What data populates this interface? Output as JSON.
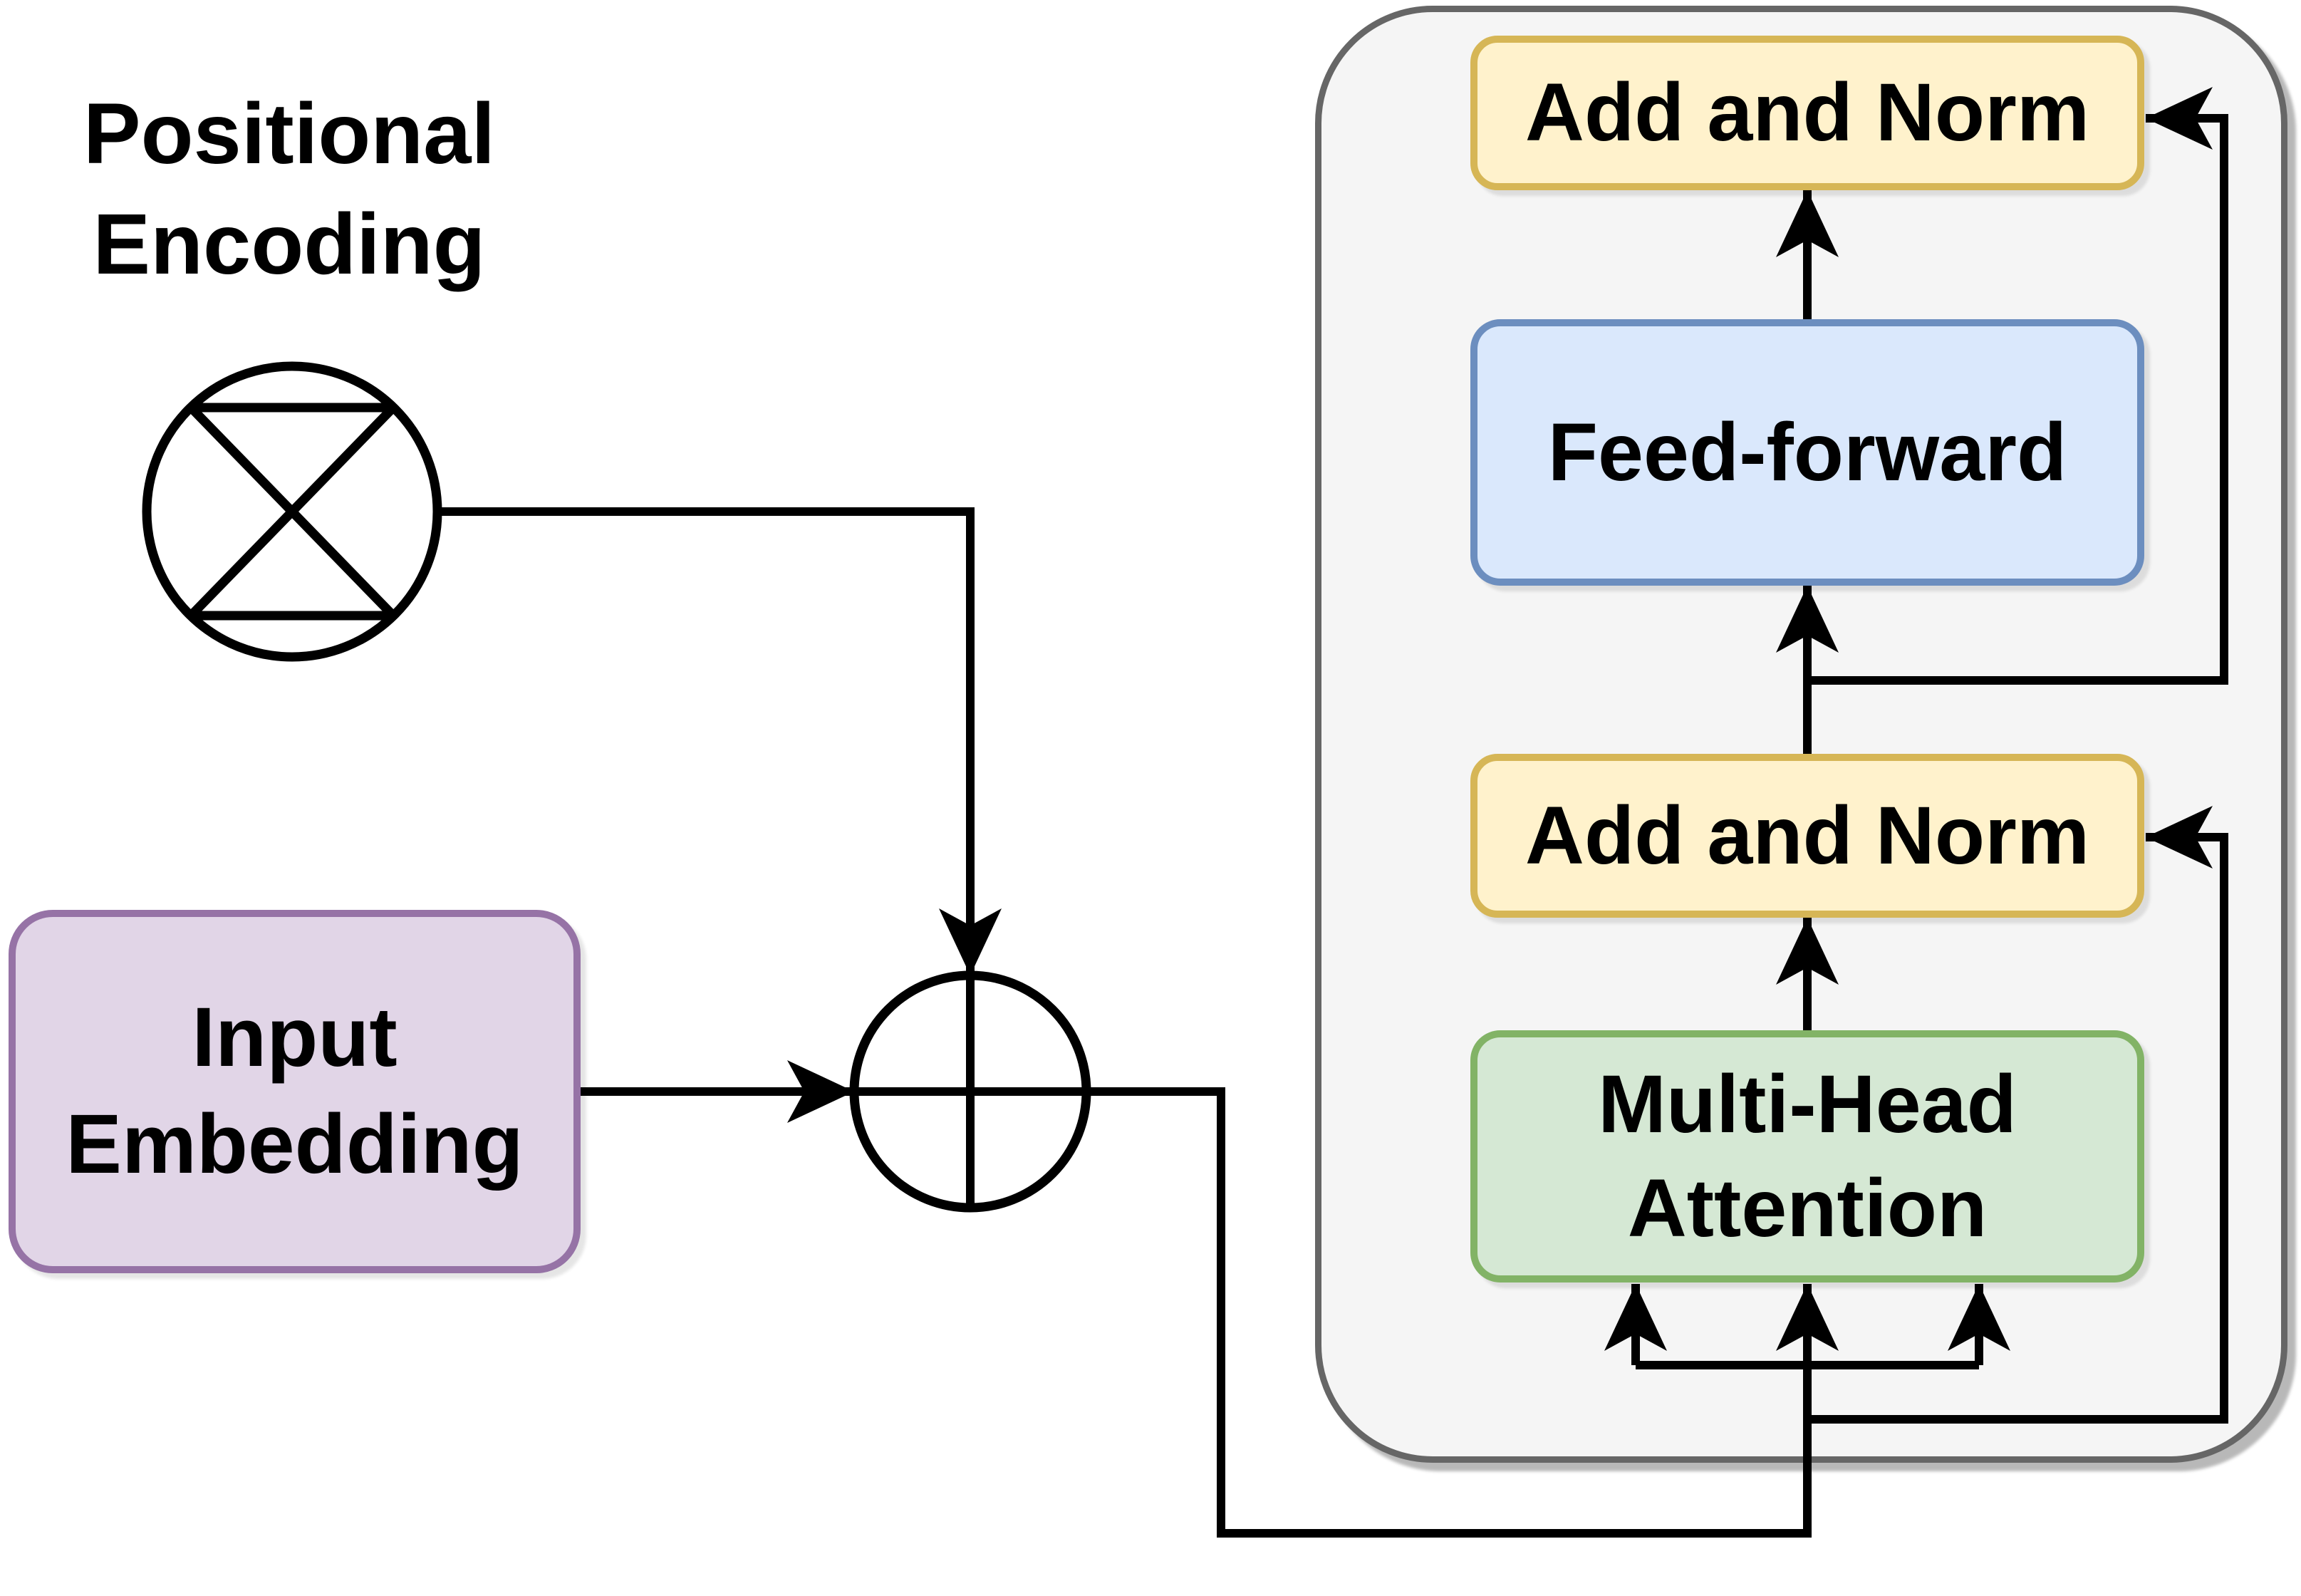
{
  "diagram": {
    "type": "transformer-encoder-block-diagram",
    "labels": {
      "positional_encoding": {
        "lines": [
          "Positional",
          "Encoding"
        ]
      },
      "input_embedding": {
        "lines": [
          "Input",
          "Embedding"
        ]
      },
      "add_and_norm_top": {
        "label": "Add and Norm"
      },
      "feed_forward": {
        "label": "Feed-forward"
      },
      "add_and_norm_middle": {
        "label": "Add and Norm"
      },
      "multi_head_attention": {
        "lines": [
          "Multi-Head",
          "Attention"
        ]
      }
    },
    "symbols": {
      "positional_encoding_symbol": "circled-hourglass",
      "combine_symbol": "circled-plus"
    },
    "colors": {
      "background": "#FFFFFF",
      "connector": "#000000",
      "text": "#000000",
      "encoder_block_fill": "#F5F5F5",
      "encoder_block_stroke": "#666666",
      "add_and_norm_fill": "#FFF2CC",
      "add_and_norm_stroke": "#D6B656",
      "feed_forward_fill": "#DAE8FC",
      "feed_forward_stroke": "#6C8EBF",
      "multi_head_attention_fill": "#D5E8D4",
      "multi_head_attention_stroke": "#82B366",
      "input_embedding_fill": "#E1D5E7",
      "input_embedding_stroke": "#9673A6"
    }
  }
}
